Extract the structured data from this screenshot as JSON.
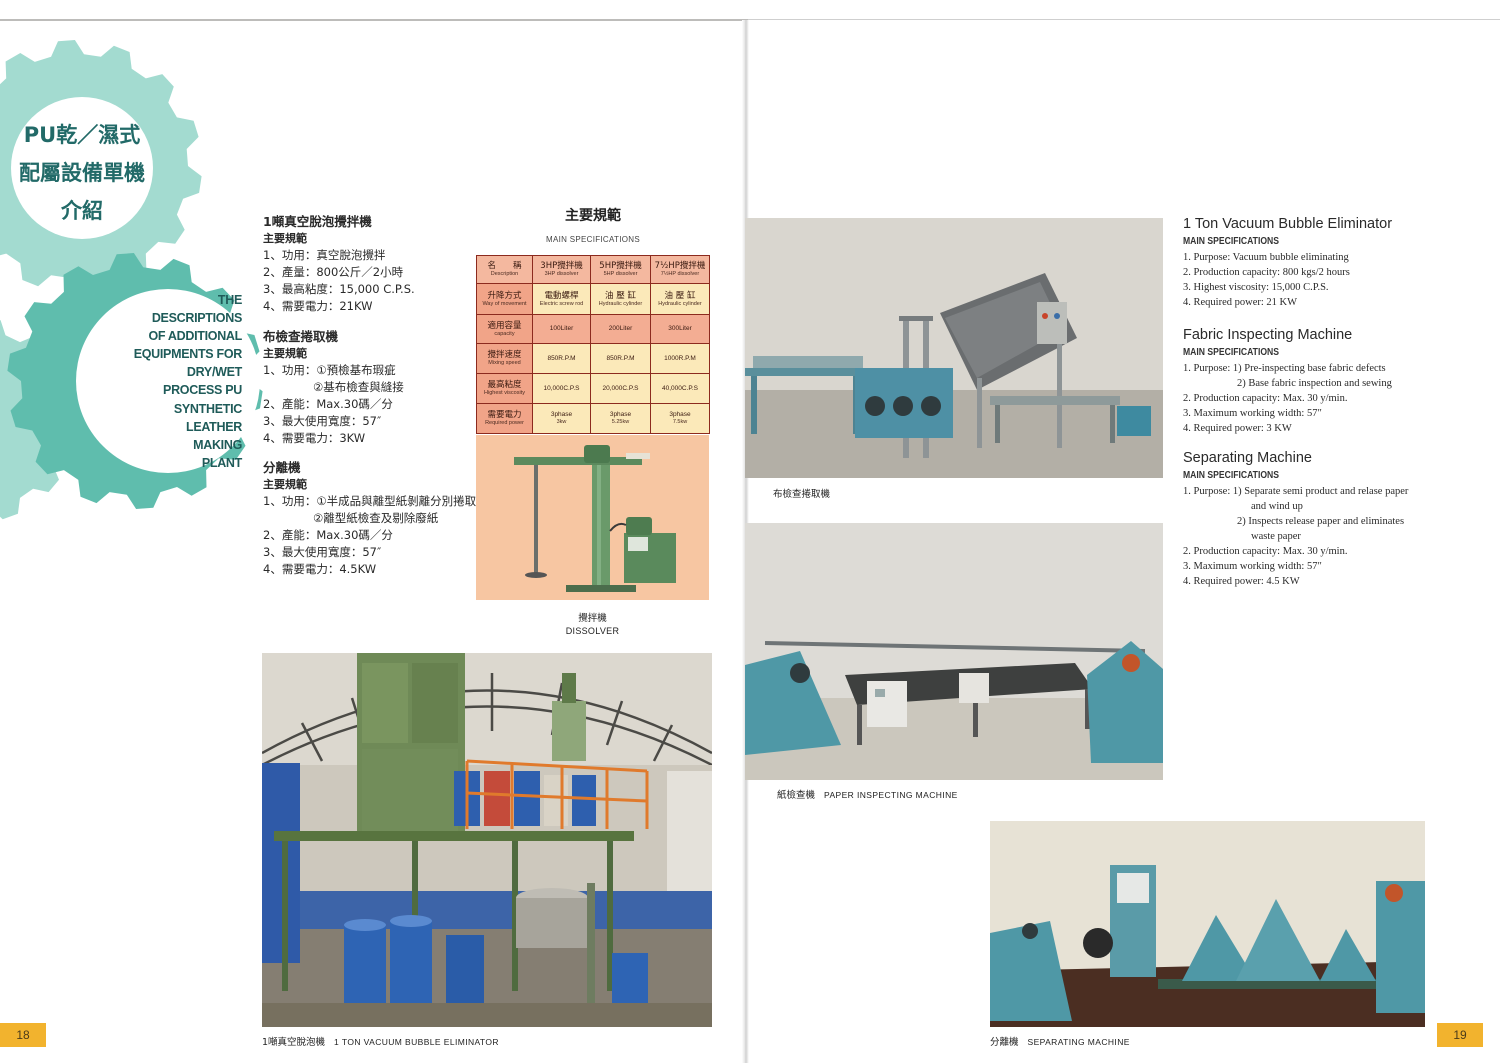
{
  "left_page": {
    "title_zh": {
      "line1": "PU乾／濕式",
      "line2": "配屬設備單機",
      "line3": "介紹"
    },
    "title_en": [
      "THE",
      "DESCRIPTIONS",
      "OF ADDITIONAL",
      "EQUIPMENTS FOR",
      "DRY/WET",
      "PROCESS PU",
      "SYNTHETIC",
      "LEATHER",
      "MAKING",
      "PLANT"
    ],
    "specs": [
      {
        "title": "1噸真空脫泡攪拌機",
        "subtitle": "主要規範",
        "lines": [
          "1、功用：真空脫泡攪拌",
          "2、產量：800公斤／2小時",
          "3、最高粘度：15,000 C.P.S.",
          "4、需要電力：21KW"
        ]
      },
      {
        "title": "布檢查捲取機",
        "subtitle": "主要規範",
        "lines": [
          "1、功用：①預檢基布瑕疵",
          "②基布檢查與縫接",
          "2、產能：Max.30碼／分",
          "3、最大使用寬度：57″",
          "4、需要電力：3KW"
        ]
      },
      {
        "title": "分離機",
        "subtitle": "主要規範",
        "lines": [
          "1、功用：①半成品與離型紙剝離分別捲取",
          "②離型紙檢查及剔除廢紙",
          "2、產能：Max.30碼／分",
          "3、最大使用寬度：57″",
          "4、需要電力：4.5KW"
        ]
      }
    ],
    "table_block": {
      "heading": "主要規範",
      "subheading": "MAIN SPECIFICATIONS",
      "header": [
        {
          "top": "名　　稱",
          "bottom": "Description"
        },
        {
          "top": "3HP攪拌機",
          "bottom": "3HP dissolver"
        },
        {
          "top": "5HP攪拌機",
          "bottom": "5HP dissolver"
        },
        {
          "top": "7½HP攪拌機",
          "bottom": "7½HP dissolver"
        }
      ],
      "rows": [
        {
          "label": {
            "top": "升降方式",
            "bottom": "Way of movement"
          },
          "cells": [
            {
              "top": "電動螺桿",
              "bottom": "Electric screw rod"
            },
            {
              "top": "油 壓 缸",
              "bottom": "Hydraulic cylinder"
            },
            {
              "top": "油 壓 缸",
              "bottom": "Hydraulic cylinder"
            }
          ]
        },
        {
          "label": {
            "top": "適用容量",
            "bottom": "capacity"
          },
          "cells": [
            {
              "top": "100Liter"
            },
            {
              "top": "200Liter"
            },
            {
              "top": "300Liter"
            }
          ]
        },
        {
          "label": {
            "top": "攪拌速度",
            "bottom": "Mixing speed"
          },
          "cells": [
            {
              "top": "850R.P.M"
            },
            {
              "top": "850R.P.M"
            },
            {
              "top": "1000R.P.M"
            }
          ]
        },
        {
          "label": {
            "top": "最高粘度",
            "bottom": "Highest viscosity"
          },
          "cells": [
            {
              "top": "10,000C.P.S"
            },
            {
              "top": "20,000C.P.S"
            },
            {
              "top": "40,000C.P.S"
            }
          ]
        },
        {
          "label": {
            "top": "需要電力",
            "bottom": "Required power"
          },
          "cells": [
            {
              "top": "3phase",
              "bottom": "3kw"
            },
            {
              "top": "3phase",
              "bottom": "5.25kw"
            },
            {
              "top": "3phase",
              "bottom": "7.5kw"
            }
          ]
        }
      ]
    },
    "dissolver_caption": {
      "zh": "攪拌機",
      "en": "DISSOLVER"
    },
    "photo_caption": {
      "zh": "1噸真空脫泡機",
      "en": "1 TON VACUUM BUBBLE ELIMINATOR"
    },
    "page_number": "18"
  },
  "right_page": {
    "photo_captions": [
      {
        "zh": "布檢查捲取機"
      },
      {
        "zh": "紙檢查機",
        "en": "PAPER INSPECTING MACHINE"
      },
      {
        "zh": "分離機",
        "en": "SEPARATING MACHINE"
      }
    ],
    "specs": [
      {
        "title": "1 Ton Vacuum Bubble Eliminator",
        "subtitle": "MAIN SPECIFICATIONS",
        "lines": [
          "1. Purpose: Vacuum bubble eliminating",
          "2. Production capacity: 800 kgs/2 hours",
          "3. Highest viscosity: 15,000 C.P.S.",
          "4. Required power: 21 KW"
        ]
      },
      {
        "title": "Fabric Inspecting Machine",
        "subtitle": "MAIN SPECIFICATIONS",
        "lines": [
          "1. Purpose: 1) Pre-inspecting base fabric defects",
          "2) Base fabric inspection and sewing",
          "2. Production capacity: Max. 30 y/min.",
          "3. Maximum working width: 57″",
          "4. Required power: 3 KW"
        ]
      },
      {
        "title": "Separating Machine",
        "subtitle": "MAIN SPECIFICATIONS",
        "lines": [
          "1. Purpose: 1) Separate semi product and relase paper",
          "and wind up",
          "2) Inspects release paper and eliminates",
          "waste paper",
          "2. Production capacity: Max. 30 y/min.",
          "3. Maximum working width: 57″",
          "4. Required power: 4.5 KW"
        ]
      }
    ],
    "page_number": "19"
  },
  "colors": {
    "gear_light": "#a3dbd0",
    "gear_dark": "#5fbdad",
    "table_border": "#8c2a1e",
    "table_salmon": "#f3ad93",
    "table_cream": "#fbe9b9",
    "page_number_bg": "#f2b32e",
    "machine_teal": "#4f98a6"
  }
}
